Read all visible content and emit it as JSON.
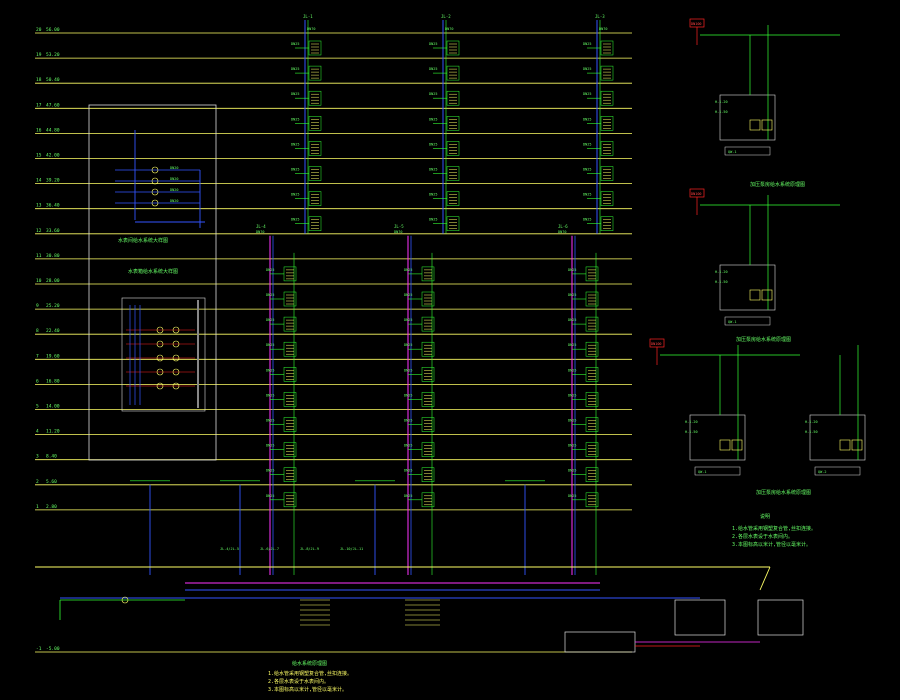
{
  "colors": {
    "background": "#000000",
    "floor_line": "#ffff66",
    "pipe_green": "#33ff33",
    "pipe_blue": "#3355ff",
    "pipe_magenta": "#ff33ff",
    "pipe_red": "#ff2222",
    "frame_white": "#dddddd",
    "text_green": "#66ff66",
    "text_yellow": "#ffff66",
    "text_red": "#ff4444"
  },
  "floors": [
    {
      "num": "20",
      "elev": "56.00"
    },
    {
      "num": "19",
      "elev": "53.20"
    },
    {
      "num": "18",
      "elev": "50.40"
    },
    {
      "num": "17",
      "elev": "47.60"
    },
    {
      "num": "16",
      "elev": "44.80"
    },
    {
      "num": "15",
      "elev": "42.00"
    },
    {
      "num": "14",
      "elev": "39.20"
    },
    {
      "num": "13",
      "elev": "36.40"
    },
    {
      "num": "12",
      "elev": "33.60"
    },
    {
      "num": "11",
      "elev": "30.80"
    },
    {
      "num": "10",
      "elev": "28.00"
    },
    {
      "num": "9",
      "elev": "25.20"
    },
    {
      "num": "8",
      "elev": "22.40"
    },
    {
      "num": "7",
      "elev": "19.60"
    },
    {
      "num": "6",
      "elev": "16.80"
    },
    {
      "num": "5",
      "elev": "14.00"
    },
    {
      "num": "4",
      "elev": "11.20"
    },
    {
      "num": "3",
      "elev": "8.40"
    },
    {
      "num": "2",
      "elev": "5.60"
    },
    {
      "num": "1",
      "elev": "2.80"
    },
    {
      "num": "-1",
      "elev": "-5.00"
    }
  ],
  "risers_upper": [
    {
      "id": "JL-1",
      "unit": "DN70"
    },
    {
      "id": "JL-2",
      "unit": "DN70"
    },
    {
      "id": "JL-3",
      "unit": "DN70"
    }
  ],
  "risers_lower": [
    {
      "id": "JL-4",
      "unit": "DN70"
    },
    {
      "id": "JL-5",
      "unit": "DN70"
    },
    {
      "id": "JL-6",
      "unit": "DN70"
    }
  ],
  "bottom_labels": [
    "JL-4/JL-5",
    "JL-6/JL-7",
    "JL-8/JL-9",
    "JL-10/JL-11"
  ],
  "panel_titles": {
    "meter_room": "水表间给水系统大样图",
    "meter_box": "水表箱给水系统大样图",
    "pump_1": "加压泵房给水系统原理图",
    "pump_2": "加压泵房给水系统原理图",
    "pump_3": "加压泵房给水系统原理图",
    "main_title": "给水系统原理图",
    "notes_title": "说明"
  },
  "pump_labels": {
    "pipe_1": "H-1.20",
    "pipe_2": "H-1.50",
    "pump_1": "QW-1",
    "pump_2": "QW-2",
    "pump_3": "QW-3",
    "pump_4": "QW-4",
    "red_tag": "DN100"
  },
  "notes": [
    "1.给水管采用钢塑复合管,丝扣连接。",
    "2.各层水表设于水表间内。",
    "3.本图标高以米计,管径以毫米计。"
  ]
}
